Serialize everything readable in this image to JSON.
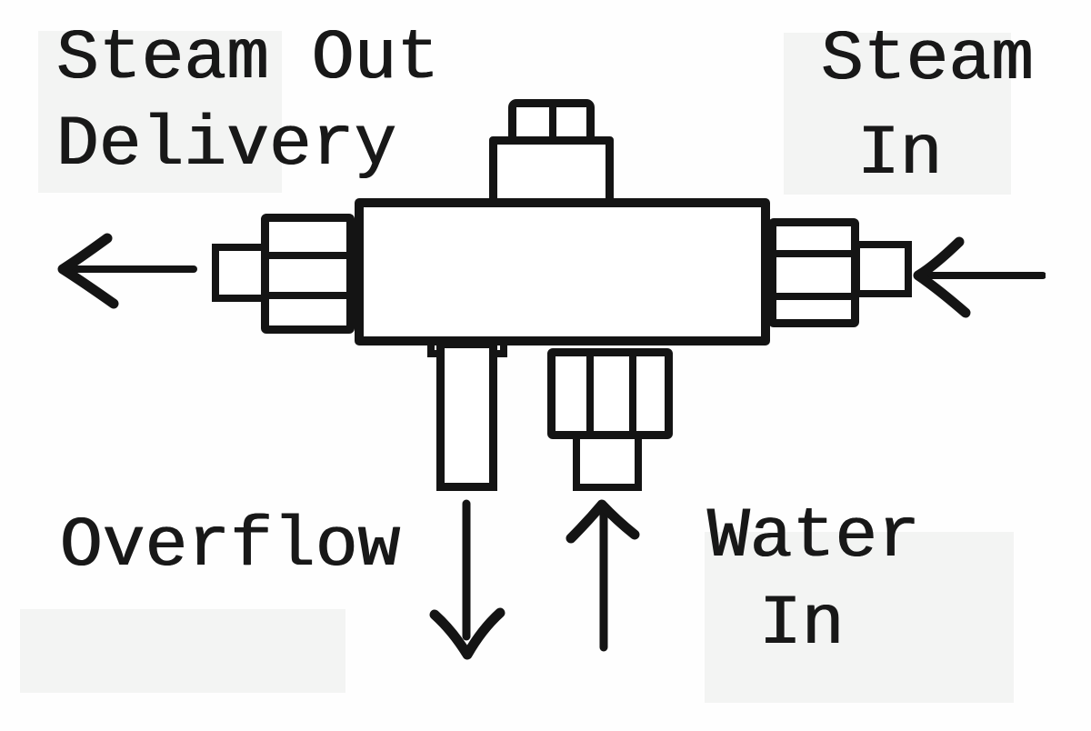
{
  "diagram": {
    "labels": {
      "steam_out": {
        "line1": "Steam Out",
        "line2": "Delivery"
      },
      "steam_in": {
        "line1": "Steam",
        "line2": "In"
      },
      "overflow": {
        "label": "Overflow"
      },
      "water_in": {
        "line1": "Water",
        "line2": "In"
      }
    },
    "arrows": [
      {
        "name": "steam-out-delivery",
        "direction": "left"
      },
      {
        "name": "steam-in",
        "direction": "left"
      },
      {
        "name": "overflow",
        "direction": "down"
      },
      {
        "name": "water-in",
        "direction": "up"
      }
    ],
    "colors": {
      "ink": "#141414",
      "paper": "#ffffff",
      "scan_patch": "#f3f4f3"
    }
  }
}
